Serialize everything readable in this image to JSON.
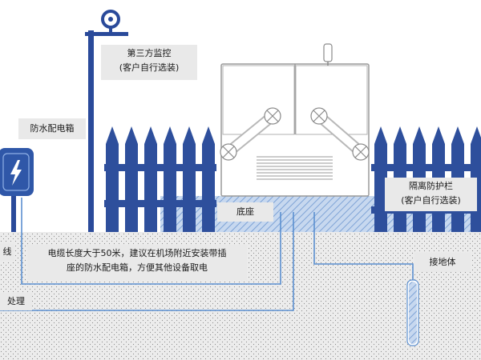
{
  "labels": {
    "monitor": [
      "第三方监控",
      "(客户自行选装)"
    ],
    "power_box": "防水配电箱",
    "fence": [
      "隔离防护栏",
      "(客户自行选装)"
    ],
    "base": "底座",
    "cable_note": [
      "电缆长度大于50米，建议在机场附近安装带插",
      "座的防水配电箱，方便其他设备取电"
    ],
    "ground": "接地体",
    "left_top_fragment": "线",
    "left_bottom_fragment": "处理"
  },
  "colors": {
    "fence": "#2e4f9c",
    "pole": "#2a4a9a",
    "cable": "#5b8fd0",
    "soil": "#ececec",
    "base_hatch": "#9db9e2",
    "label_bg": "#e9e9e9",
    "box_blue": "#2f57a8"
  },
  "icons": {
    "power_box": "lightning-icon",
    "camera": "camera-icon",
    "vent": "vent-icon"
  }
}
